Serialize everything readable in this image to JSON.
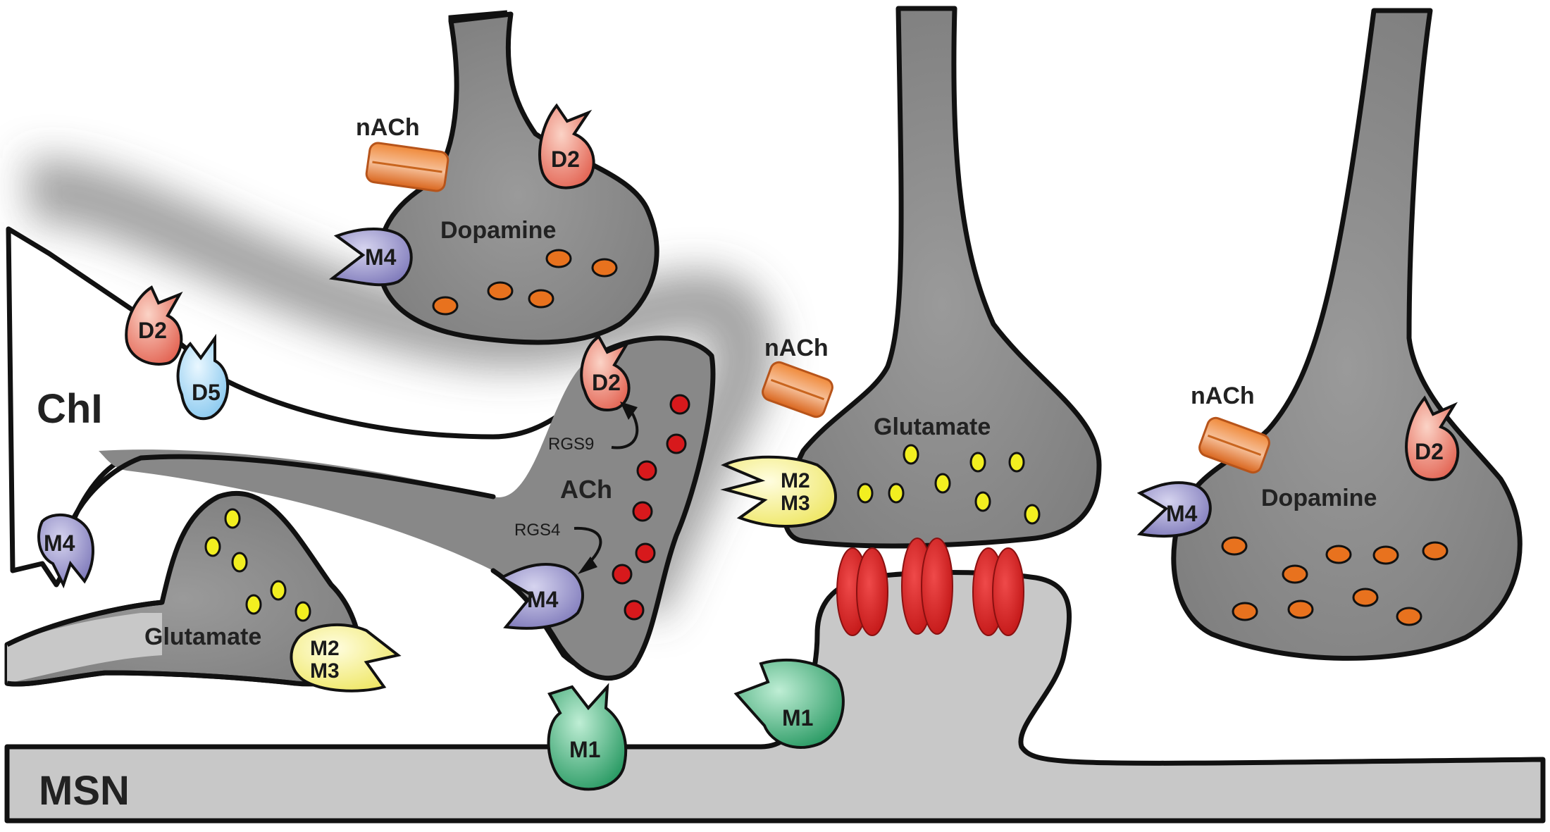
{
  "cells": {
    "chi": "ChI",
    "msn": "MSN"
  },
  "terminals": {
    "dopamine_top": "Dopamine",
    "dopamine_right": "Dopamine",
    "glutamate_center": "Glutamate",
    "glutamate_left": "Glutamate",
    "ach": "ACh"
  },
  "receptors": {
    "nach_top": "nACh",
    "nach_center": "nACh",
    "nach_right": "nACh",
    "d2_top": "D2",
    "d2_chi": "D2",
    "d2_ach": "D2",
    "d2_right": "D2",
    "d5_chi": "D5",
    "m4_top": "M4",
    "m4_chi": "M4",
    "m4_ach": "M4",
    "m4_right": "M4",
    "m2m3_center_a": "M2",
    "m2m3_center_b": "M3",
    "m2m3_left_a": "M2",
    "m2m3_left_b": "M3",
    "m1_msn": "M1",
    "m1_spine": "M1"
  },
  "signaling": {
    "rgs9": "RGS9",
    "rgs4": "RGS4"
  },
  "colors": {
    "terminal_fill": "#8a8a8a",
    "cell_fill": "#c8c8c8",
    "outline": "#111111",
    "d2": "#e8766a",
    "d5": "#9fd4f2",
    "m4": "#8a86c2",
    "m2m3": "#f3ef7a",
    "m1": "#2fa36b",
    "nach": "#e87d2c",
    "dopamine_vesicle": "#e8721e",
    "glutamate_vesicle": "#f2ef20",
    "ach_vesicle": "#d7191c",
    "postsynaptic_receptor": "#d41e1e"
  }
}
